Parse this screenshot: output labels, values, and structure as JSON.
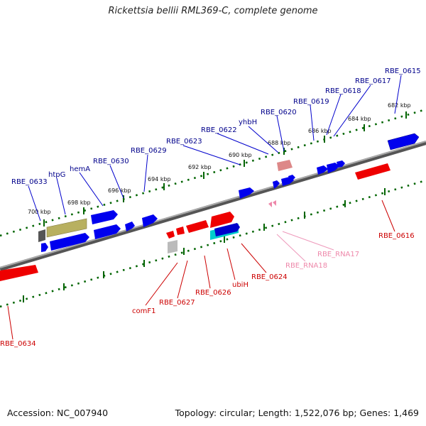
{
  "header": {
    "title": "Rickettsia bellii RML369-C, complete genome"
  },
  "footer": {
    "accession": "Accession: NC_007940",
    "summary": "Topology: circular; Length: 1,522,076 bp; Genes: 1,469"
  },
  "map": {
    "ticks": [
      "682 kbp",
      "684 kbp",
      "686 kbp",
      "688 kbp",
      "690 kbp",
      "692 kbp",
      "694 kbp",
      "696 kbp",
      "698 kbp",
      "700 kbp"
    ],
    "upper_labels": [
      "RBE_0615",
      "RBE_0617",
      "RBE_0618",
      "RBE_0619",
      "RBE_0620",
      "yhbH",
      "RBE_0622",
      "RBE_0623",
      "RBE_0629",
      "RBE_0630",
      "hemA",
      "htpG",
      "RBE_0633"
    ],
    "lower_labels": [
      "RBE_0616",
      "RBE_RNA17",
      "RBE_RNA18",
      "RBE_0624",
      "ubiH",
      "RBE_0626",
      "RBE_0627",
      "comF1",
      "RBE_0634"
    ]
  },
  "colors": {
    "forward_gene": "#0000ee",
    "reverse_gene": "#ee0000",
    "upper_label": "#00008b",
    "lower_label": "#cc0000",
    "rna_label": "#ee88aa",
    "tick": "#006400",
    "backbone": "#777777"
  }
}
